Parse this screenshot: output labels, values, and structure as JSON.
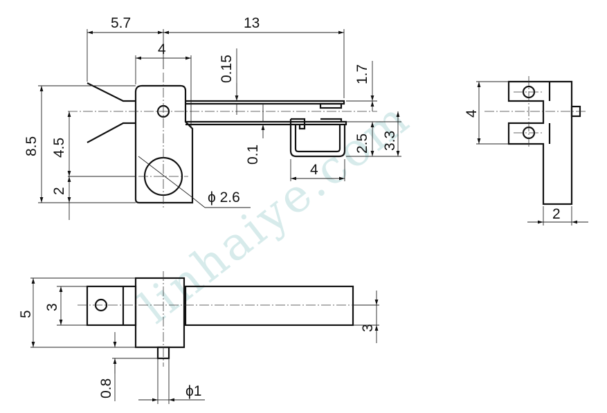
{
  "watermark": "linhaiye.com",
  "dimensions": {
    "d1": "5.7",
    "d2": "13",
    "d3": "4",
    "d4": "0.15",
    "d5": "1.7",
    "d6": "8.5",
    "d7": "4.5",
    "d8": "2",
    "d9": "0.1",
    "d10": "2.5",
    "d11": "3.3",
    "d12": "4",
    "d13": "ϕ 2.6",
    "d14": "4",
    "d15": "2",
    "d16": "5",
    "d17": "3",
    "d18": "3",
    "d19": "0.8",
    "d20": "ϕ1"
  }
}
